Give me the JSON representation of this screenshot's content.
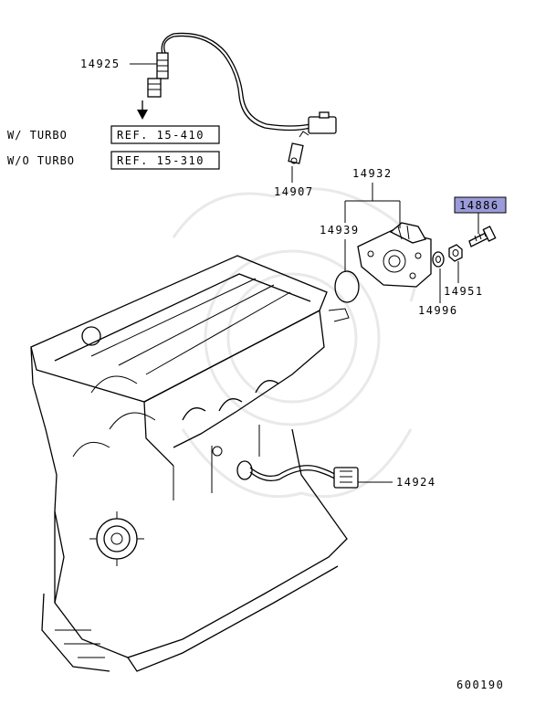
{
  "diagram": {
    "parts": {
      "p14925": "14925",
      "p14907": "14907",
      "p14932": "14932",
      "p14939": "14939",
      "p14886": "14886",
      "p14951": "14951",
      "p14996": "14996",
      "p14924": "14924"
    },
    "references": {
      "turbo_label": "W/  TURBO",
      "turbo_ref": "REF. 15-410",
      "no_turbo_label": "W/O TURBO",
      "no_turbo_ref": "REF. 15-310"
    },
    "highlight_color": "#9b9bd9",
    "diagram_number": "600190"
  }
}
